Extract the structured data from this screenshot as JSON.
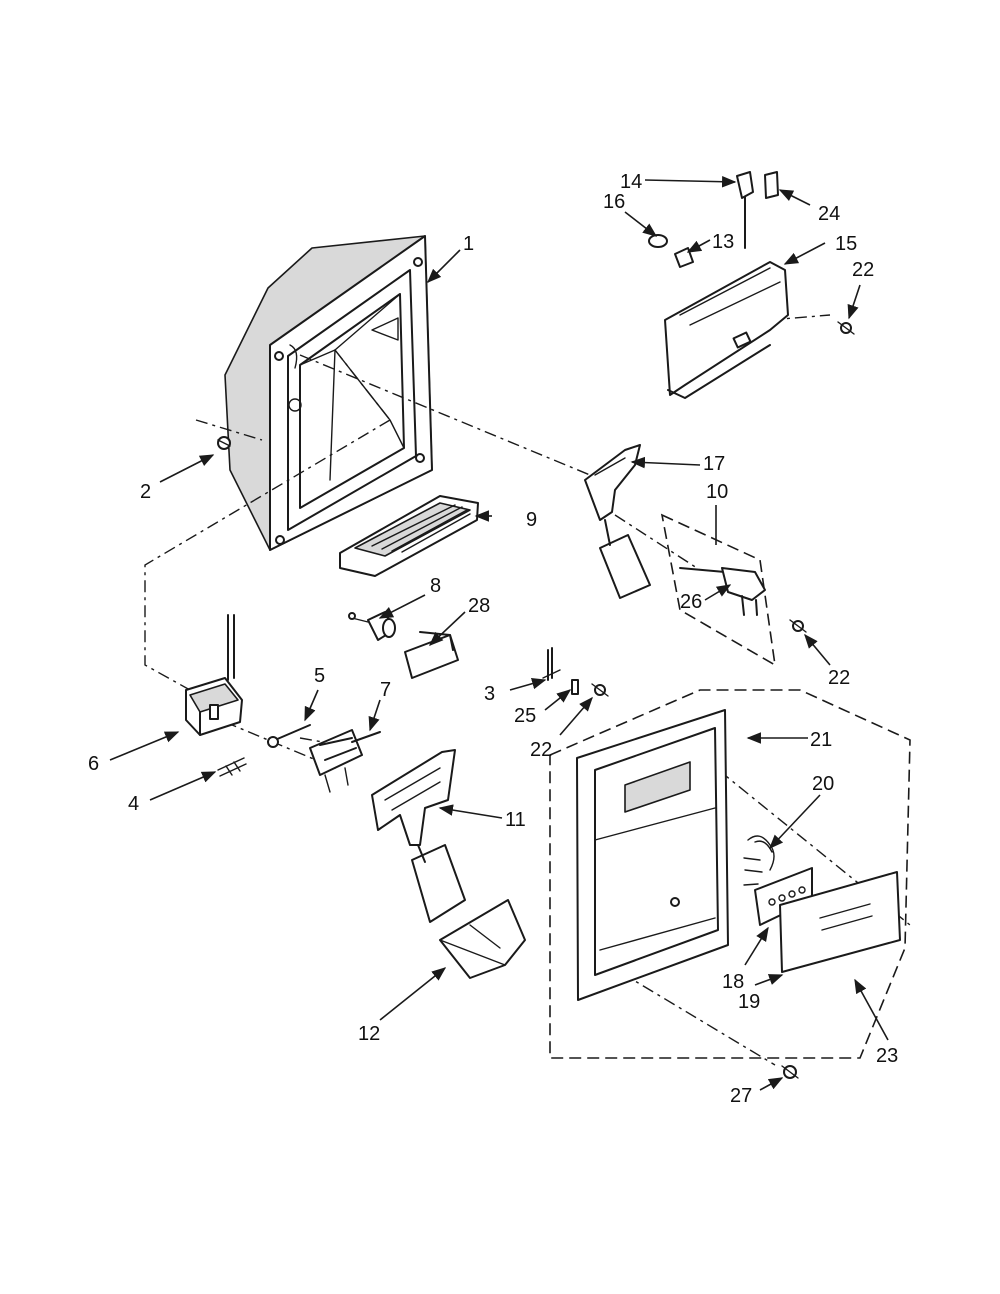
{
  "callouts": {
    "c1": "1",
    "c2": "2",
    "c3": "3",
    "c4": "4",
    "c5": "5",
    "c6": "6",
    "c7": "7",
    "c8": "8",
    "c9": "9",
    "c10": "10",
    "c11": "11",
    "c12": "12",
    "c13": "13",
    "c14": "14",
    "c15": "15",
    "c16": "16",
    "c17": "17",
    "c18": "18",
    "c19": "19",
    "c20": "20",
    "c21": "21",
    "c22a": "22",
    "c22b": "22",
    "c22c": "22",
    "c23": "23",
    "c24": "24",
    "c25": "25",
    "c26": "26",
    "c27": "27",
    "c28": "28"
  }
}
